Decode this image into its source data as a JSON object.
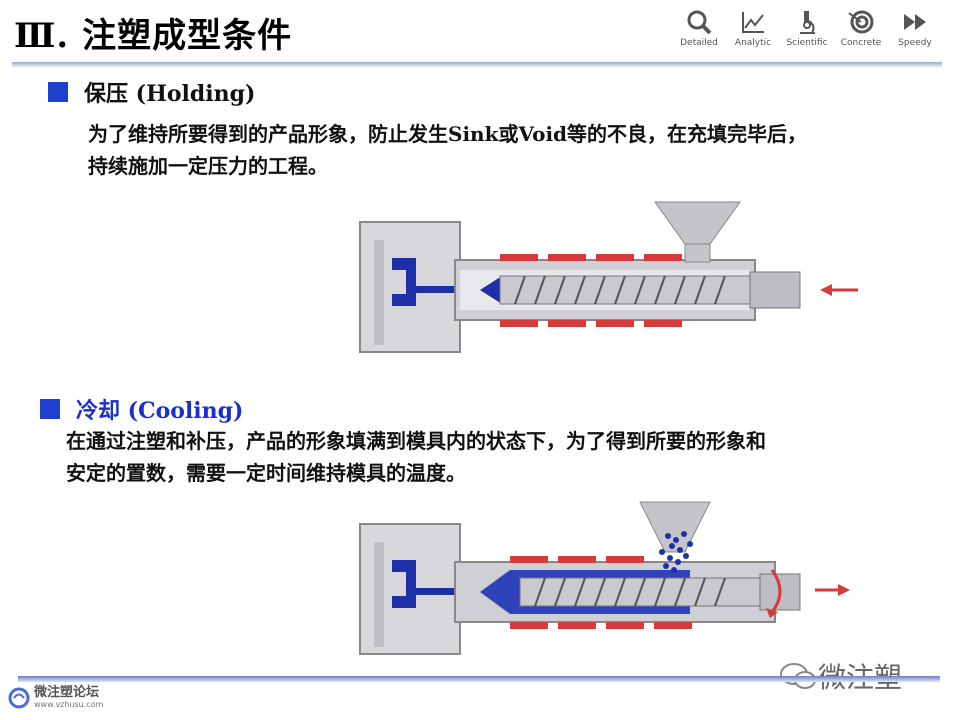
{
  "title": "Ⅲ. 注塑成型条件",
  "toolbar": [
    {
      "label": "Detailed",
      "icon": "search-icon"
    },
    {
      "label": "Analytic",
      "icon": "chart-icon"
    },
    {
      "label": "Scientific",
      "icon": "microscope-icon"
    },
    {
      "label": "Concrete",
      "icon": "target-icon"
    },
    {
      "label": "Speedy",
      "icon": "fast-forward-icon"
    }
  ],
  "section1": {
    "title": "保压 (Holding)",
    "body_line1": "为了维持所要得到的产品形象，防止发生Sink或Void等的不良，在充填完毕后，",
    "body_line2": "持续施加一定压力的工程。"
  },
  "section2": {
    "title": "冷却 (Cooling)",
    "body_line1": "在通过注塑和补压，产品的形象填满到模具内的状态下，为了得到所要的形象和",
    "body_line2": "安定的置数，需要一定时间维持模具的温度。"
  },
  "footer": {
    "logo_text": "微注塑论坛",
    "logo_url": "www.vzhusu.com",
    "watermark": "微注塑"
  },
  "colors": {
    "accent_blue": "#1f3fcf",
    "heater_red": "#d63a3a",
    "melt_blue": "#1e2fa8"
  }
}
